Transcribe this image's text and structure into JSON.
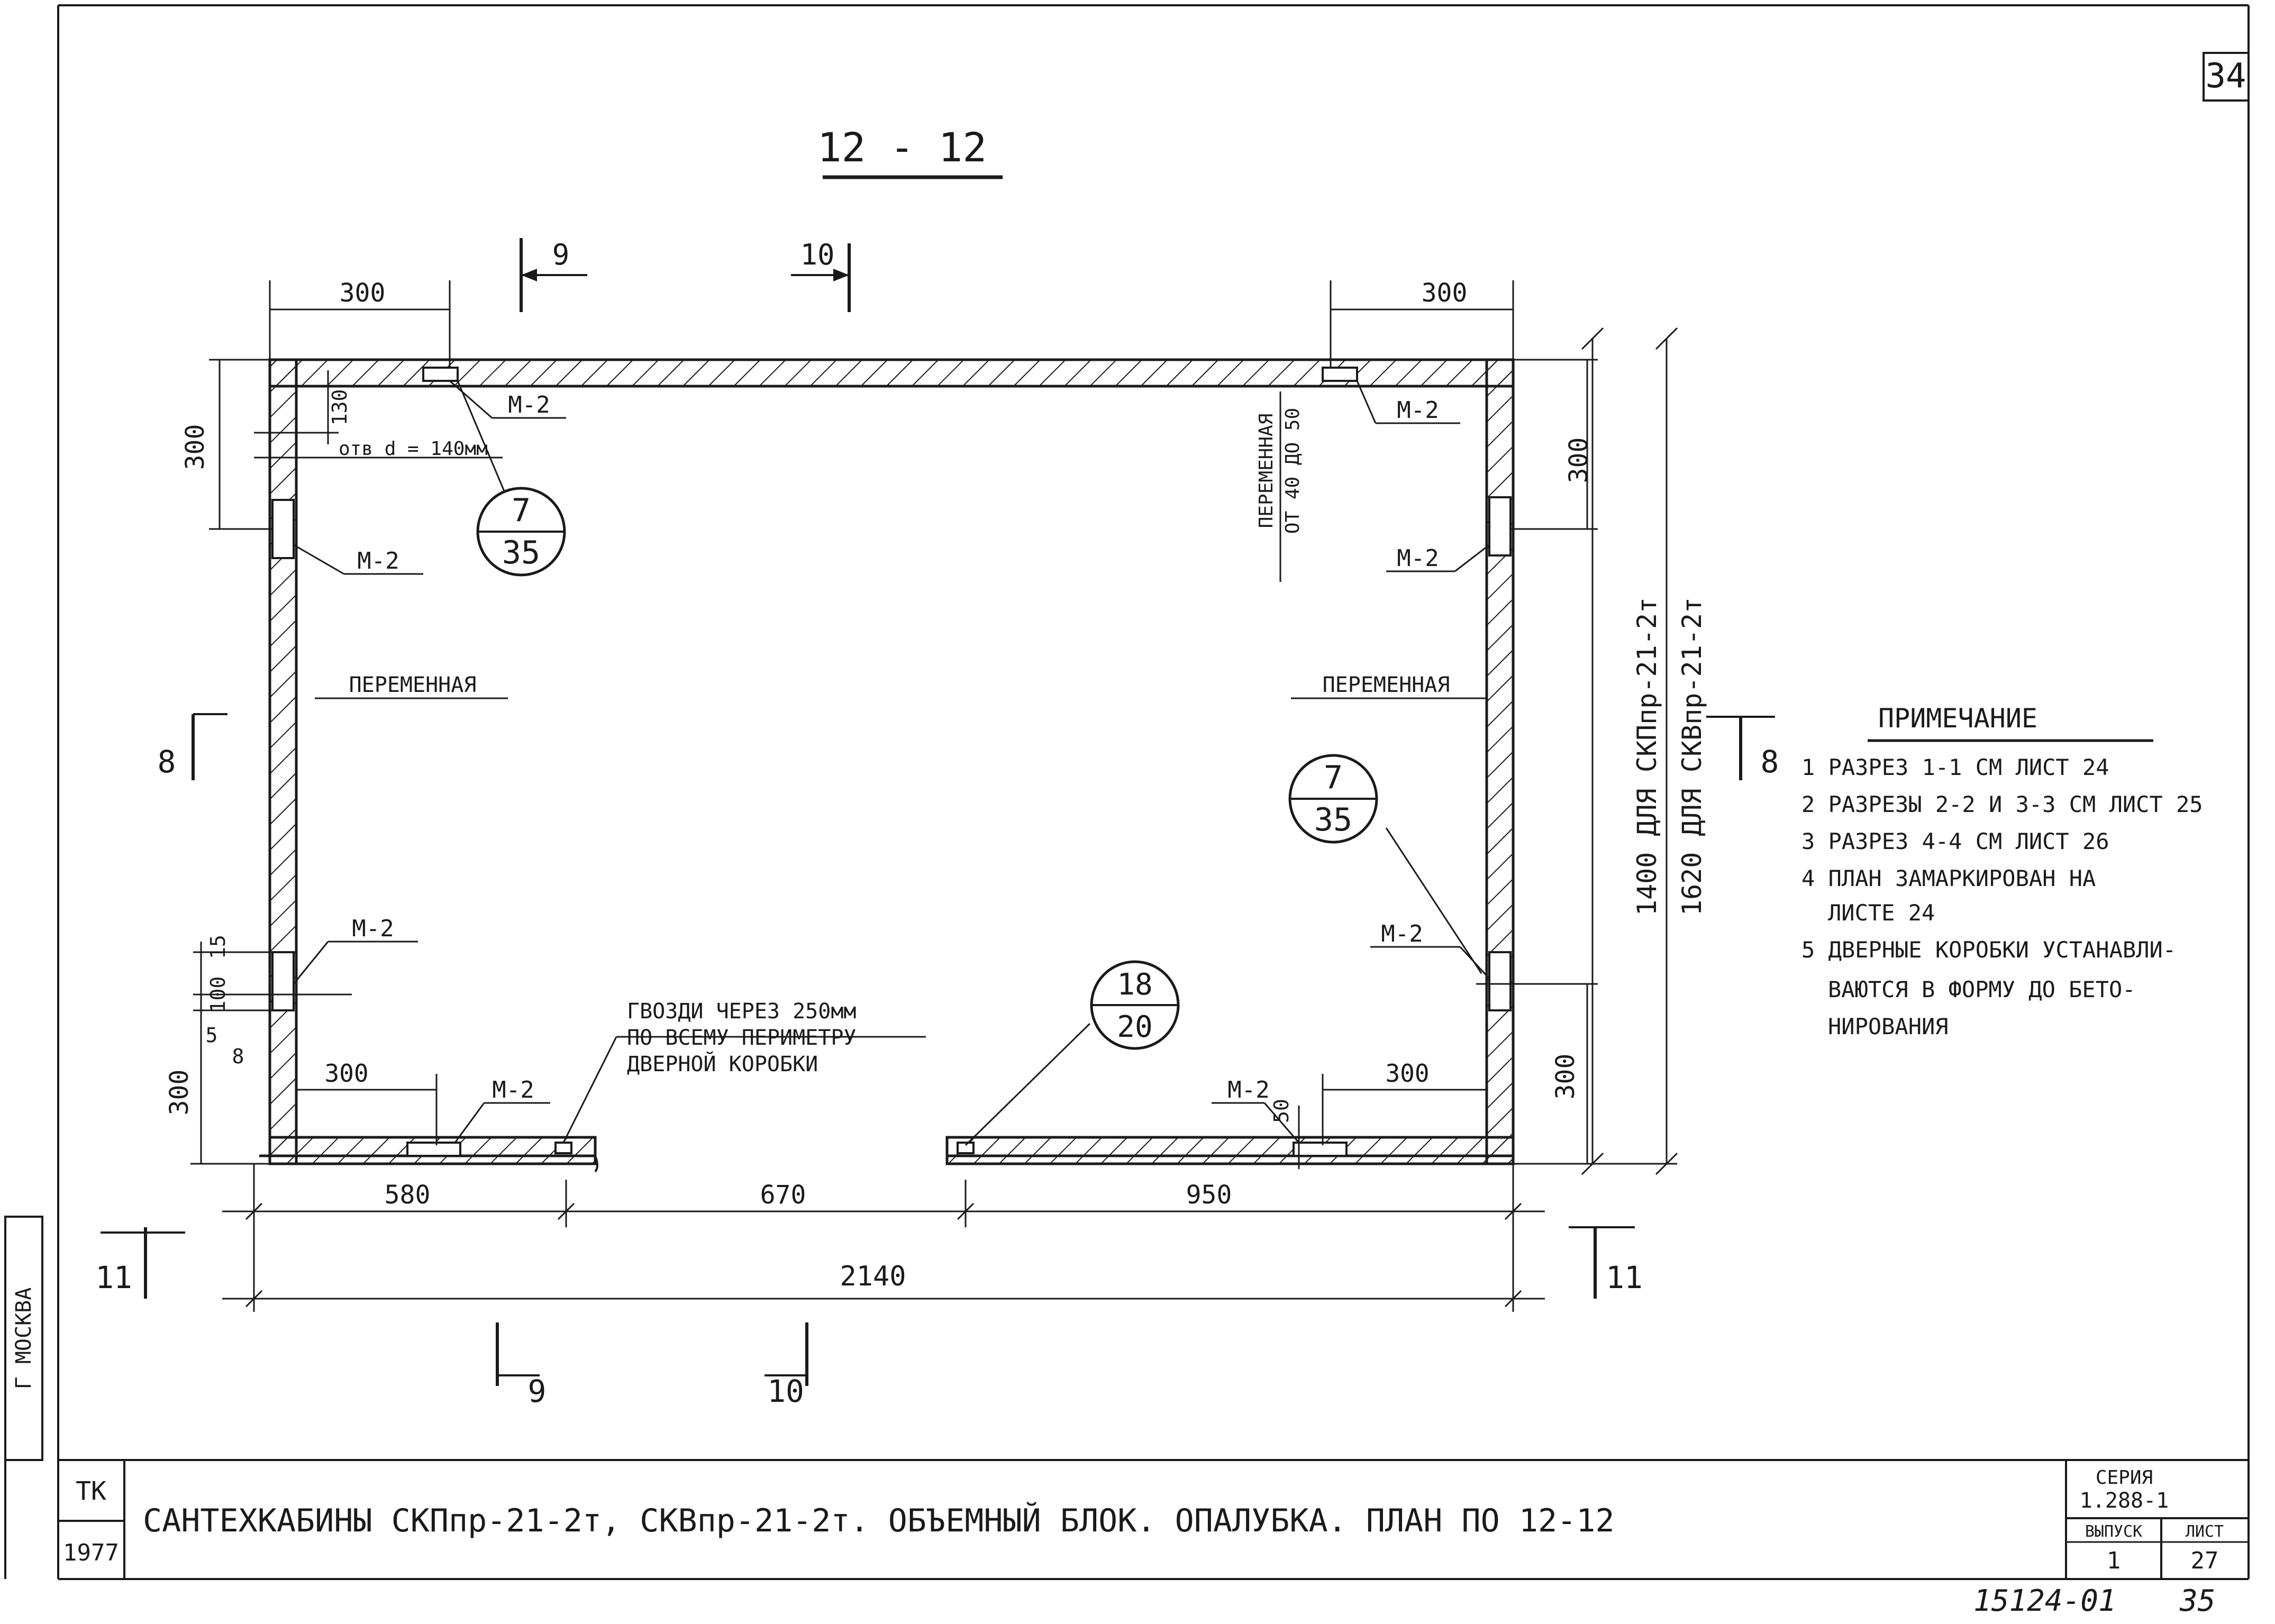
{
  "sheet": {
    "number": "34",
    "section_title": "12 - 12"
  },
  "cuts": {
    "c9": "9",
    "c10": "10",
    "c8": "8",
    "c11": "11"
  },
  "dims": {
    "top_left_300": "300",
    "top_right_300": "300",
    "left_300_top": "300",
    "left_130": "130",
    "left_15": "15",
    "left_100": "100",
    "left_5": "5",
    "left_8": "8",
    "left_300_bottom": "300",
    "bottom_left_300": "300",
    "bottom_right_300": "300",
    "bottom_50": "50",
    "right_300_top": "300",
    "right_300_bottom": "300",
    "b_580": "580",
    "b_670": "670",
    "b_950": "950",
    "total_2140": "2140"
  },
  "labels": {
    "m2": "М-2",
    "hole": "отв d = 140мм",
    "variable": "ПЕРЕМЕННАЯ",
    "variable_v1": "ПЕРЕМЕННАЯ",
    "variable_v2": "ОТ 40 ДО 50",
    "nails_1": "ГВОЗДИ ЧЕРЕЗ 250мм",
    "nails_2": "ПО ВСЕМУ ПЕРИМЕТРУ",
    "nails_3": "ДВЕРНОЙ КОРОБКИ",
    "height_1400": "1400 ДЛЯ СКПпр-21-2т",
    "height_1620": "1620 ДЛЯ СКВпр-21-2т"
  },
  "refs": {
    "a": {
      "top": "7",
      "bottom": "35"
    },
    "b": {
      "top": "7",
      "bottom": "35"
    },
    "c": {
      "top": "18",
      "bottom": "20"
    }
  },
  "notes": {
    "heading": "ПРИМЕЧАНИЕ",
    "n1": "1 РАЗРЕЗ 1-1 СМ ЛИСТ 24",
    "n2": "2 РАЗРЕЗЫ 2-2 И 3-3 СМ ЛИСТ 25",
    "n3": "3 РАЗРЕЗ 4-4 СМ ЛИСТ 26",
    "n4a": "4 ПЛАН ЗАМАРКИРОВАН НА",
    "n4b": "ЛИСТЕ 24",
    "n5a": "5 ДВЕРНЫЕ КОРОБКИ УСТАНАВЛИ-",
    "n5b": "ВАЮТСЯ В ФОРМУ ДО БЕТО-",
    "n5c": "НИРОВАНИЯ"
  },
  "title_block": {
    "org": "ТК",
    "year": "1977",
    "city": "Г МОСКВА",
    "title": "САНТЕХКАБИНЫ СКПпр-21-2т, СКВпр-21-2т. ОБЪЕМНЫЙ БЛОК. ОПАЛУБКА. ПЛАН ПО 12-12",
    "series_label": "СЕРИЯ",
    "series": "1.288-1",
    "issue_label": "ВЫПУСК",
    "issue": "1",
    "sheet_label": "ЛИСТ",
    "sheet": "27"
  },
  "footer": {
    "code": "15124-01",
    "page": "35"
  }
}
